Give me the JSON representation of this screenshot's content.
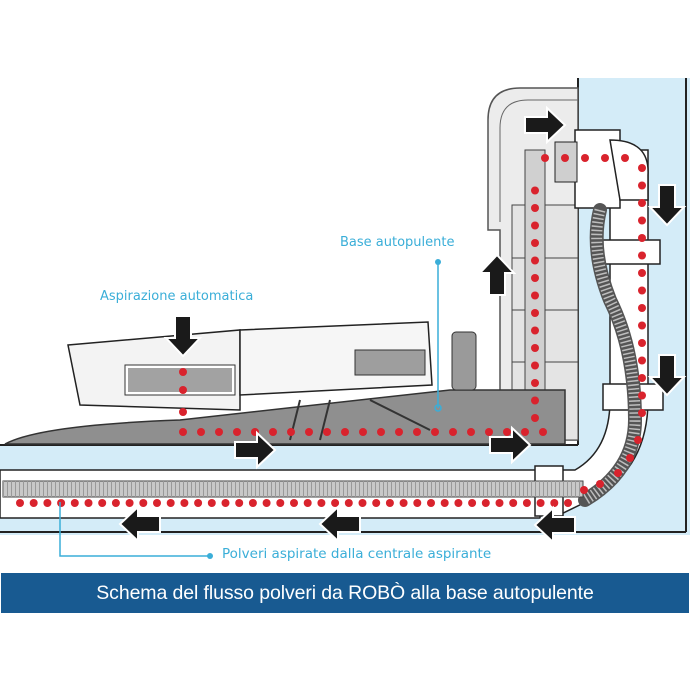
{
  "title": "Schema del flusso polveri da ROBÒ alla base autopulente",
  "labels": {
    "automatic_suction": "Aspirazione automatica",
    "self_cleaning_base": "Base autopulente",
    "central_vacuum_dust": "Polveri aspirate  dalla centrale aspirante"
  },
  "colors": {
    "label_text": "#3aaed8",
    "caption_bar": "#185a91",
    "caption_text": "#ffffff",
    "dust_dots": "#d9232d",
    "wall_fill": "#d4ecf8",
    "flow_arrows": "#1a1a1a",
    "base_fill": "#8c8c8c",
    "robot_fill": "#f2f2f2"
  },
  "flow_arrows": [
    {
      "direction": "down",
      "location": "robot-suction-inlet"
    },
    {
      "direction": "right",
      "location": "robot-base-floor"
    },
    {
      "direction": "right",
      "location": "base-outlet"
    },
    {
      "direction": "up",
      "location": "base-column"
    },
    {
      "direction": "right",
      "location": "base-top-outlet"
    },
    {
      "direction": "down",
      "location": "wall-pipe-upper"
    },
    {
      "direction": "down",
      "location": "wall-pipe-lower"
    },
    {
      "direction": "left",
      "location": "floor-pipe-elbow"
    },
    {
      "direction": "left",
      "location": "floor-pipe-middle"
    },
    {
      "direction": "left",
      "location": "floor-pipe-left"
    }
  ]
}
